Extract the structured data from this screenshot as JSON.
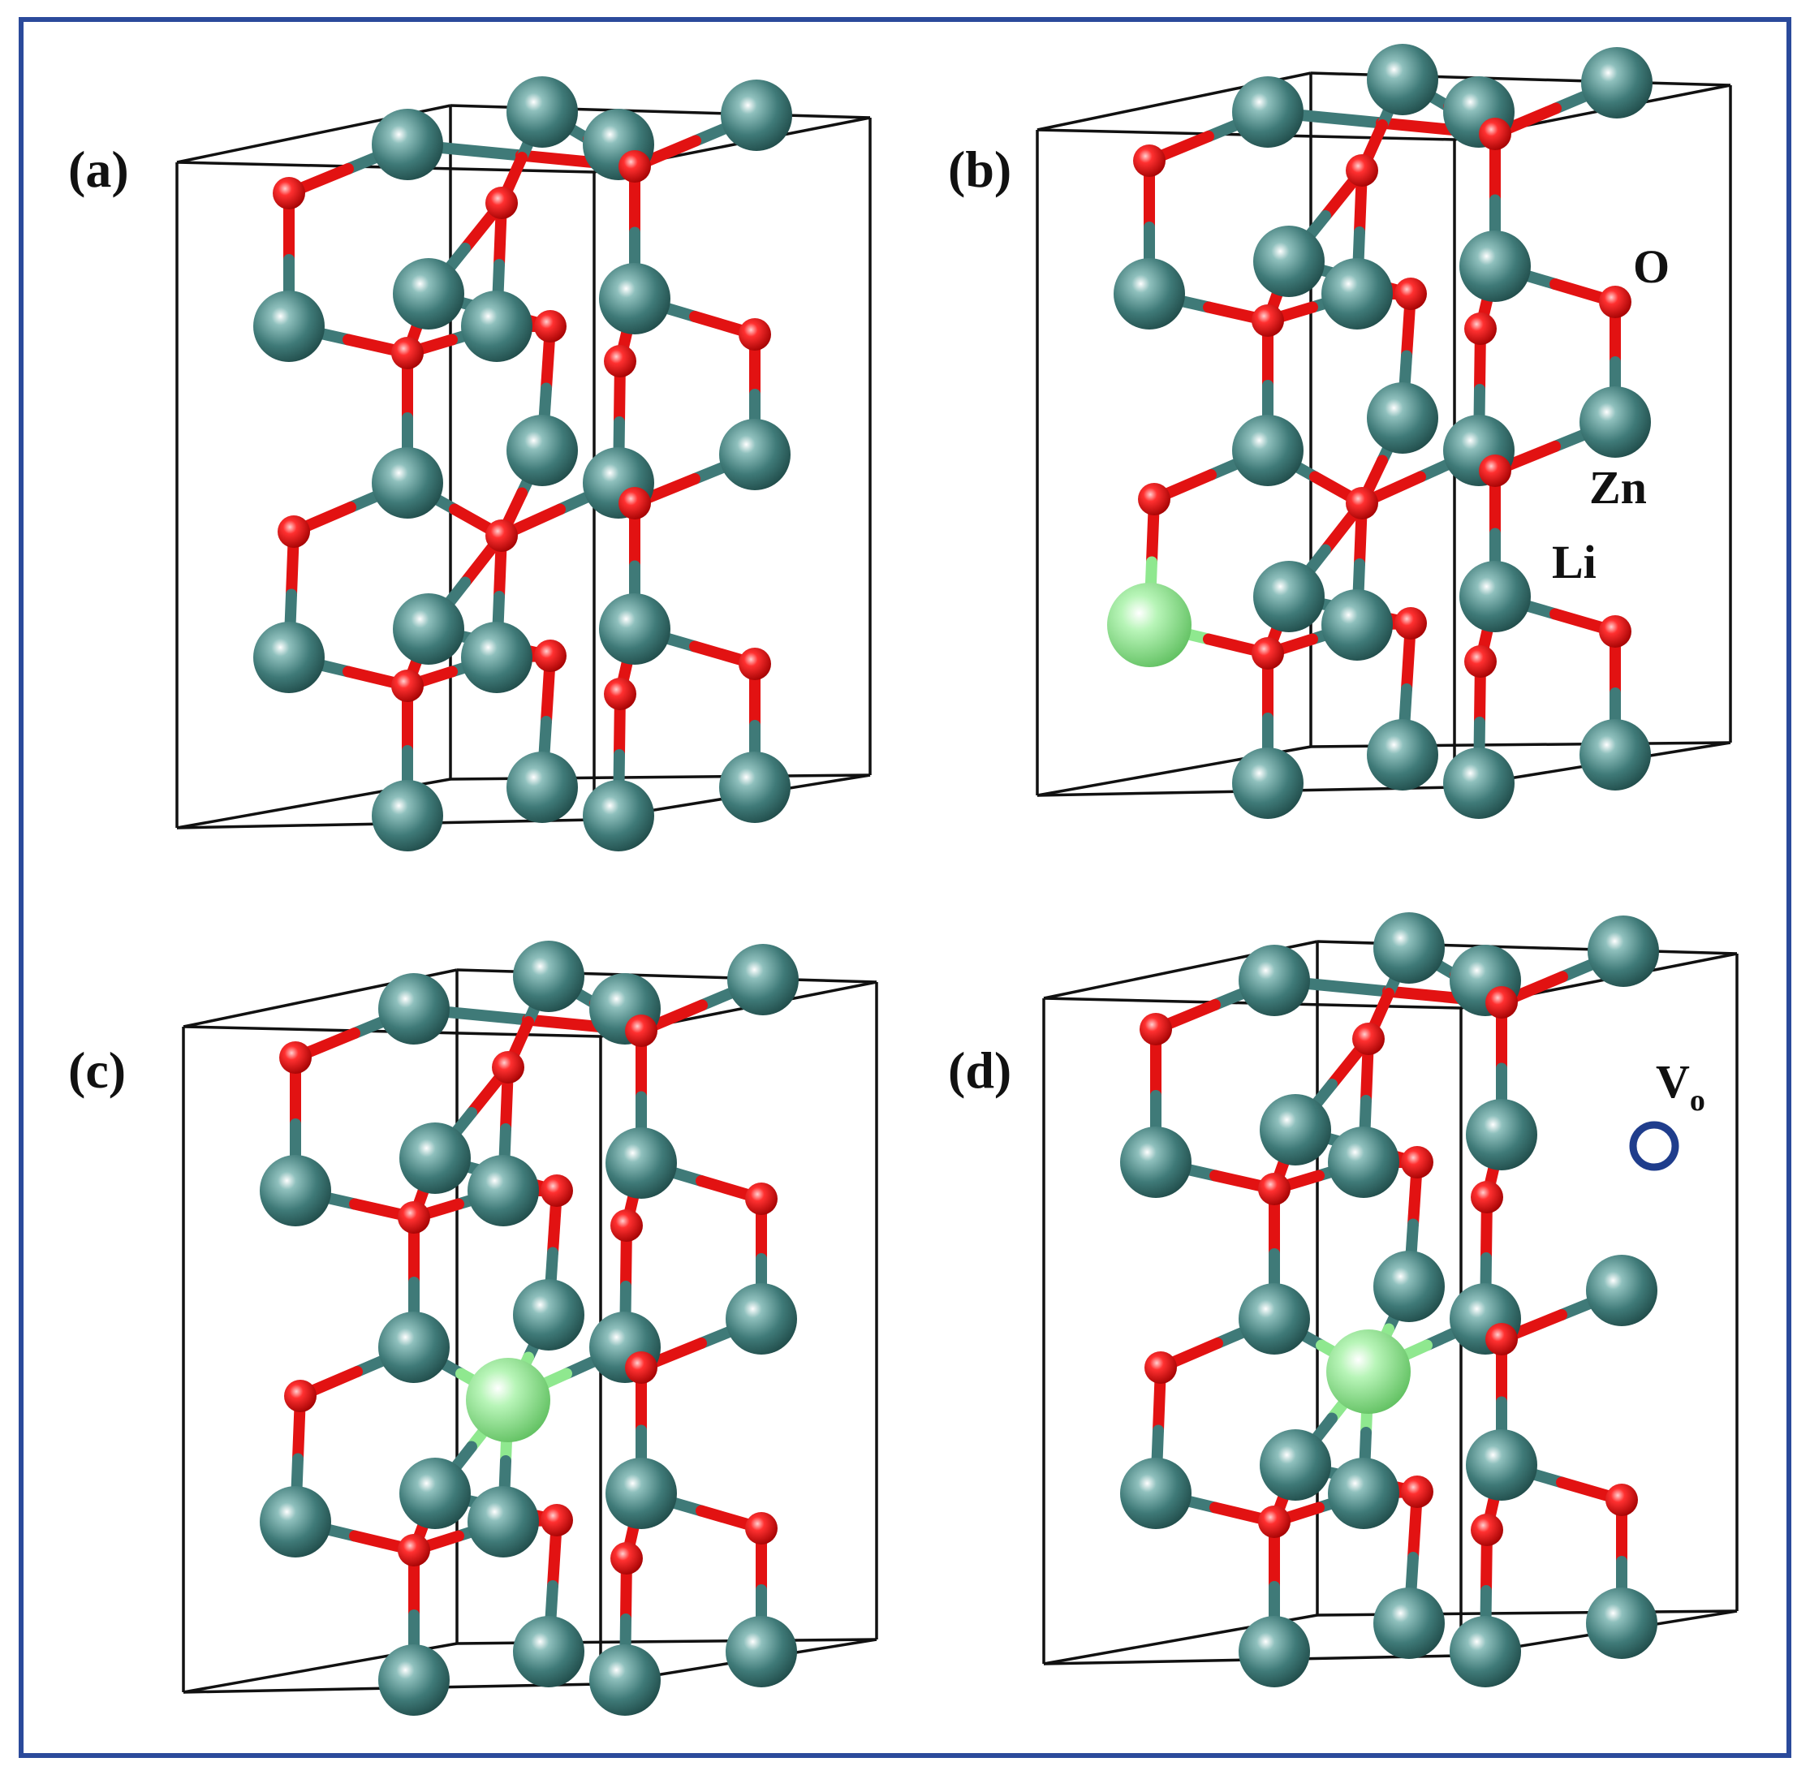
{
  "panels": [
    {
      "label": "(a)"
    },
    {
      "label": "(b)"
    },
    {
      "label": "(c)"
    },
    {
      "label": "(d)"
    }
  ],
  "annotations": {
    "oxygen": "O",
    "zinc": "Zn",
    "lithium": "Li",
    "vacancy_main": "V",
    "vacancy_sub": "o"
  },
  "colors": {
    "frame": "#2b4a9b",
    "zinc": "#3f7a78",
    "oxygen": "#e21212",
    "lithium": "#8fe88f",
    "cell_edge": "#111111",
    "vacancy_ring": "#1f3d8c"
  }
}
